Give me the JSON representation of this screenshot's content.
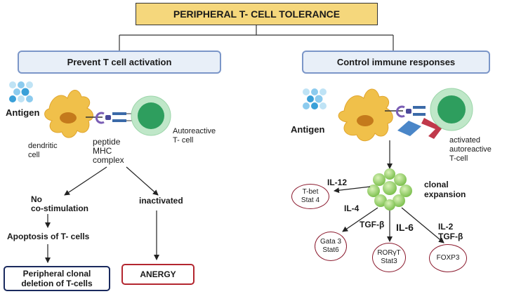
{
  "title": "PERIPHERAL T- CELL TOLERANCE",
  "left_branch": {
    "heading": "Prevent T cell activation",
    "antigen": "Antigen",
    "dendritic_line1": "dendritic",
    "dendritic_line2": "cell",
    "peptide_line1": "peptide",
    "peptide_line2": "MHC",
    "peptide_line3": "complex",
    "autoreactive_line1": "Autoreactive",
    "autoreactive_line2": "T- cell",
    "no_costim_line1": "No",
    "no_costim_line2": "co-stimulation",
    "inactivated": "inactivated",
    "apoptosis": "Apoptosis of T- cells",
    "deletion_line1": "Peripheral clonal",
    "deletion_line2": "deletion of T-cells",
    "anergy": "ANERGY"
  },
  "right_branch": {
    "heading": "Control immune responses",
    "antigen": "Antigen",
    "activated_line1": "activated",
    "activated_line2": "autoreactive",
    "activated_line3": "T-cell",
    "clonal_line1": "clonal",
    "clonal_line2": "expansion",
    "il12": "IL-12",
    "il4": "IL-4",
    "tgfb": "TGF-β",
    "il6": "IL-6",
    "il2": "IL-2",
    "tgfb2": "TGF-β",
    "tbet_line1": "T-bet",
    "tbet_line2": "Stat 4",
    "gata_line1": "Gata 3",
    "gata_line2": "Stat6",
    "ror_line1": "RORγT",
    "ror_line2": "Stat3",
    "foxp3": "FOXP3"
  },
  "colors": {
    "title_fill": "#f5d77c",
    "heading_fill": "#e8eff8",
    "heading_border": "#7b96c8",
    "circle_border": "#8b1a2e",
    "deletion_border": "#1a2a5e",
    "anergy_border": "#b3262f",
    "antigen_blue": "#3aa0d8",
    "dendritic": "#f0c04a",
    "tcell_green": "#2e9e5e",
    "clonal_green": "#8ccf5a"
  }
}
